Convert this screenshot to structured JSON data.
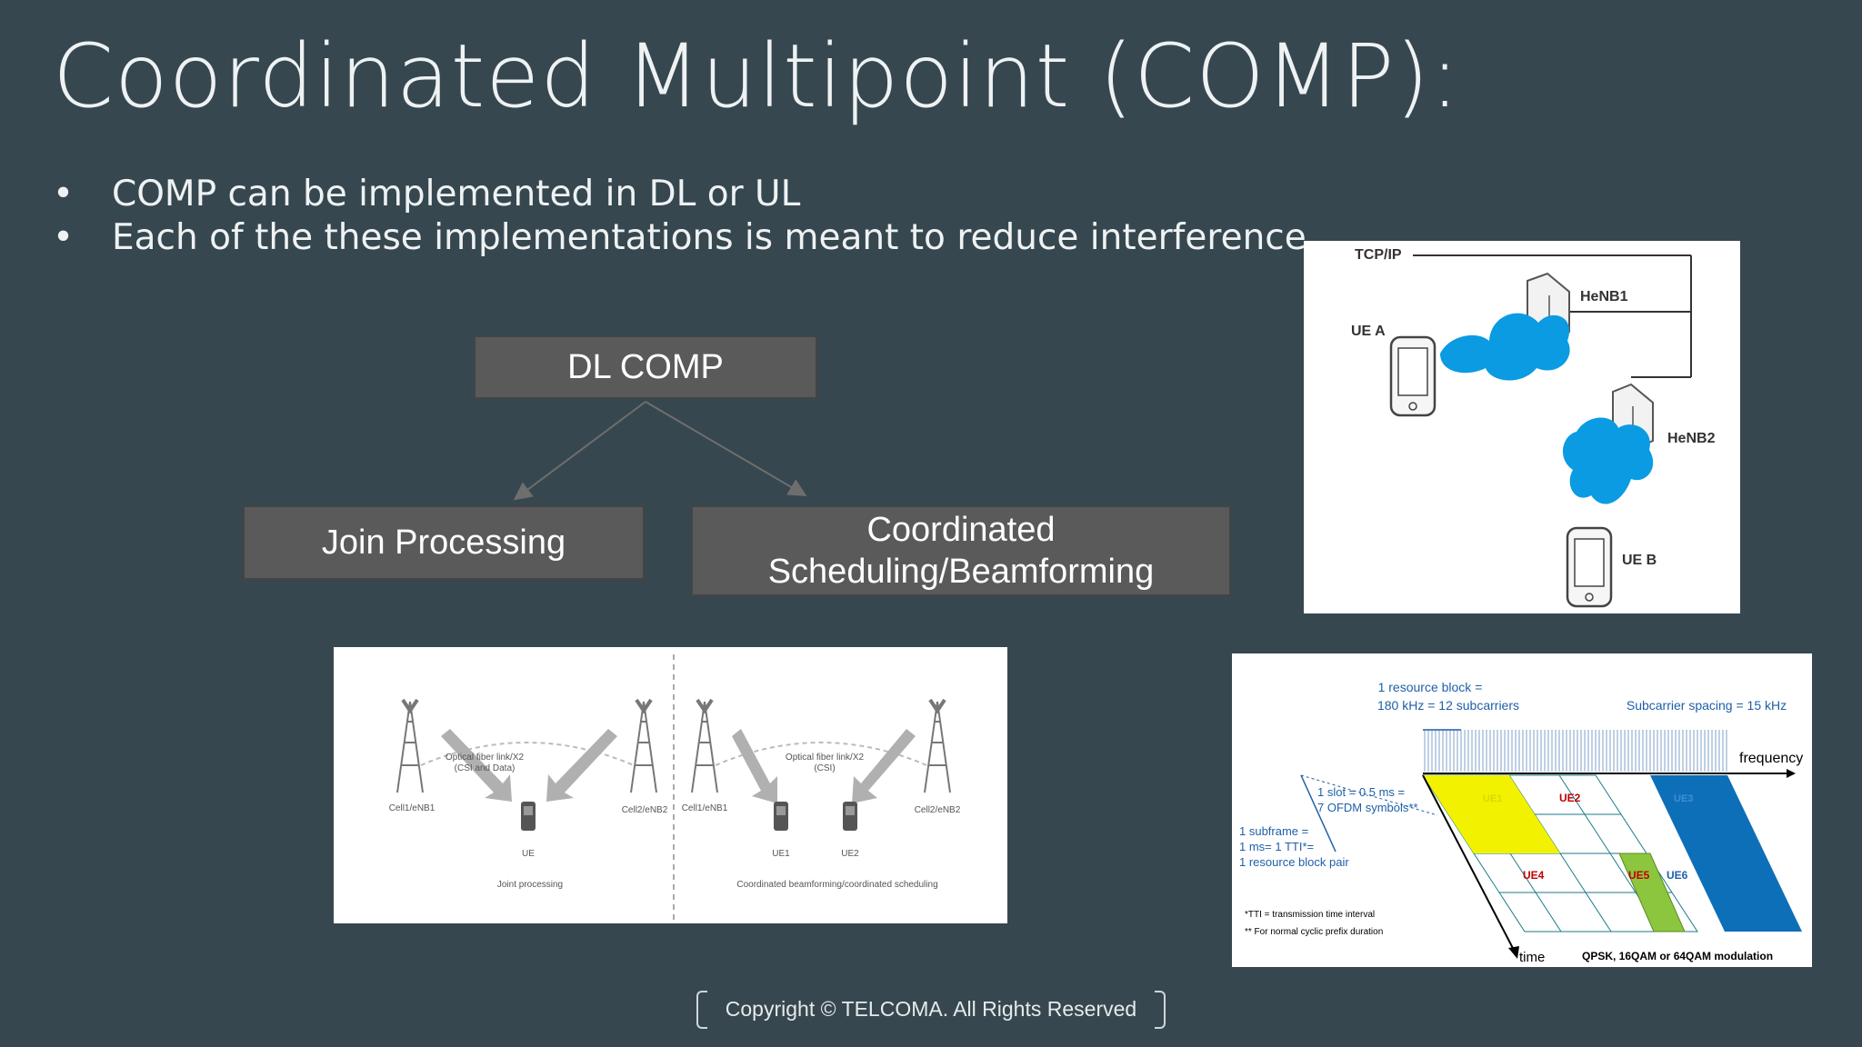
{
  "slide": {
    "title": "Coordinated Multipoint (COMP):",
    "bullets": [
      "COMP can be implemented in DL or UL",
      "Each of the these implementations is meant to reduce interference."
    ],
    "bullet_glyph": "•"
  },
  "diagram": {
    "root": "DL COMP",
    "left_child": "Join Processing",
    "right_child_line1": "Coordinated",
    "right_child_line2": "Scheduling/Beamforming"
  },
  "henb_figure": {
    "tcpip": "TCP/IP",
    "henb1": "HeNB1",
    "henb2": "HeNB2",
    "ue_a": "UE A",
    "ue_b": "UE B"
  },
  "comp_figure": {
    "link_left_1": "Optical fiber link/X2",
    "link_left_2": "(CSI and Data)",
    "link_right_1": "Optical fiber link/X2",
    "link_right_2": "(CSI)",
    "cell1": "Cell1/eNB1",
    "cell2": "Cell2/eNB2",
    "cell3": "Cell1/eNB1",
    "cell4": "Cell2/eNB2",
    "ue": "UE",
    "ue1": "UE1",
    "ue2": "UE2",
    "caption_left": "Joint processing",
    "caption_right": "Coordinated beamforming/coordinated scheduling"
  },
  "rb_figure": {
    "rb_line1": "1 resource block =",
    "rb_line2": "180 kHz = 12 subcarriers",
    "spacing": "Subcarrier spacing = 15 kHz",
    "frequency": "frequency",
    "slot_line1": "1 slot = 0.5 ms =",
    "slot_line2": "7 OFDM symbols**",
    "sub_line1": "1 subframe =",
    "sub_line2": "1 ms= 1 TTI*=",
    "sub_line3": "1 resource block pair",
    "ue1": "UE1",
    "ue2": "UE2",
    "ue3": "UE3",
    "ue4": "UE4",
    "ue5": "UE5",
    "ue6": "UE6",
    "note1": "*TTI = transmission time interval",
    "note2": "** For normal cyclic prefix duration",
    "time": "time",
    "modulation": "QPSK, 16QAM or 64QAM modulation"
  },
  "footer": {
    "text": "Copyright © TELCOMA.  All Rights Reserved"
  },
  "colors": {
    "background": "#37474f",
    "box": "#5a5a5a",
    "blue": "#0a9be3",
    "yellow": "#f2f200",
    "green": "#8cc63f",
    "darkblue": "#0d6fb8"
  }
}
